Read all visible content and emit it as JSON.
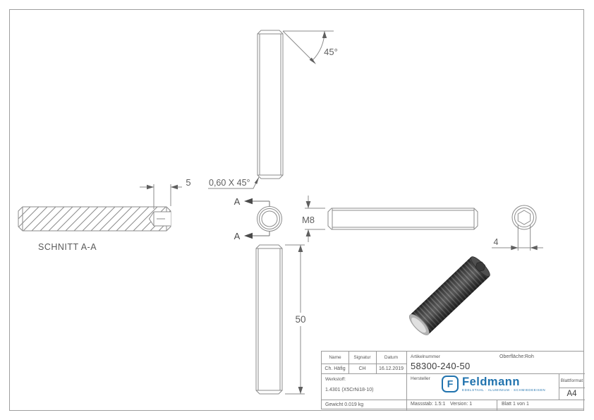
{
  "colors": {
    "line": "#8b8b8b",
    "dim_text": "#5f5f5f",
    "section_arrow": "#4a4a4a",
    "logo_blue": "#2173ae",
    "frame": "#9e9e9e"
  },
  "drawing": {
    "section_view_label": "SCHNITT A-A",
    "dims": {
      "socket_depth": "5",
      "chamfer_note": "0,60 X 45°",
      "chamfer_angle": "45°",
      "thread": "M8",
      "length": "50",
      "hex_socket": "4"
    },
    "section_marks": {
      "top": "A",
      "bottom": "A"
    }
  },
  "title_block": {
    "name_label": "Name",
    "signatur_label": "Signatur",
    "datum_label": "Datum",
    "name_value": "Ch. Häfig",
    "signatur_value": "CH",
    "datum_value": "16.12.2019",
    "artikelnummer_label": "Artikelnummer",
    "artikelnummer_value": "58300-240-50",
    "oberflaeche_label": "Oberfläche:",
    "oberflaeche_value": "Roh",
    "werkstoff_label": "Werkstoff:",
    "werkstoff_value": "1.4301 (X5CrNi18-10)",
    "hersteller_label": "Hersteller",
    "logo": {
      "mark": "F",
      "name": "Feldmann",
      "tagline": "EDELSTAHL · ALUMINIUM · SCHMIEDEEISEN"
    },
    "blattformat_label": "Blattformat",
    "blattformat_value": "A4",
    "gewicht": "Gewicht 0.019 kg",
    "massstab": "Massstab: 1.5:1",
    "version": "Version: 1",
    "blatt": "Blatt 1 von 1"
  }
}
